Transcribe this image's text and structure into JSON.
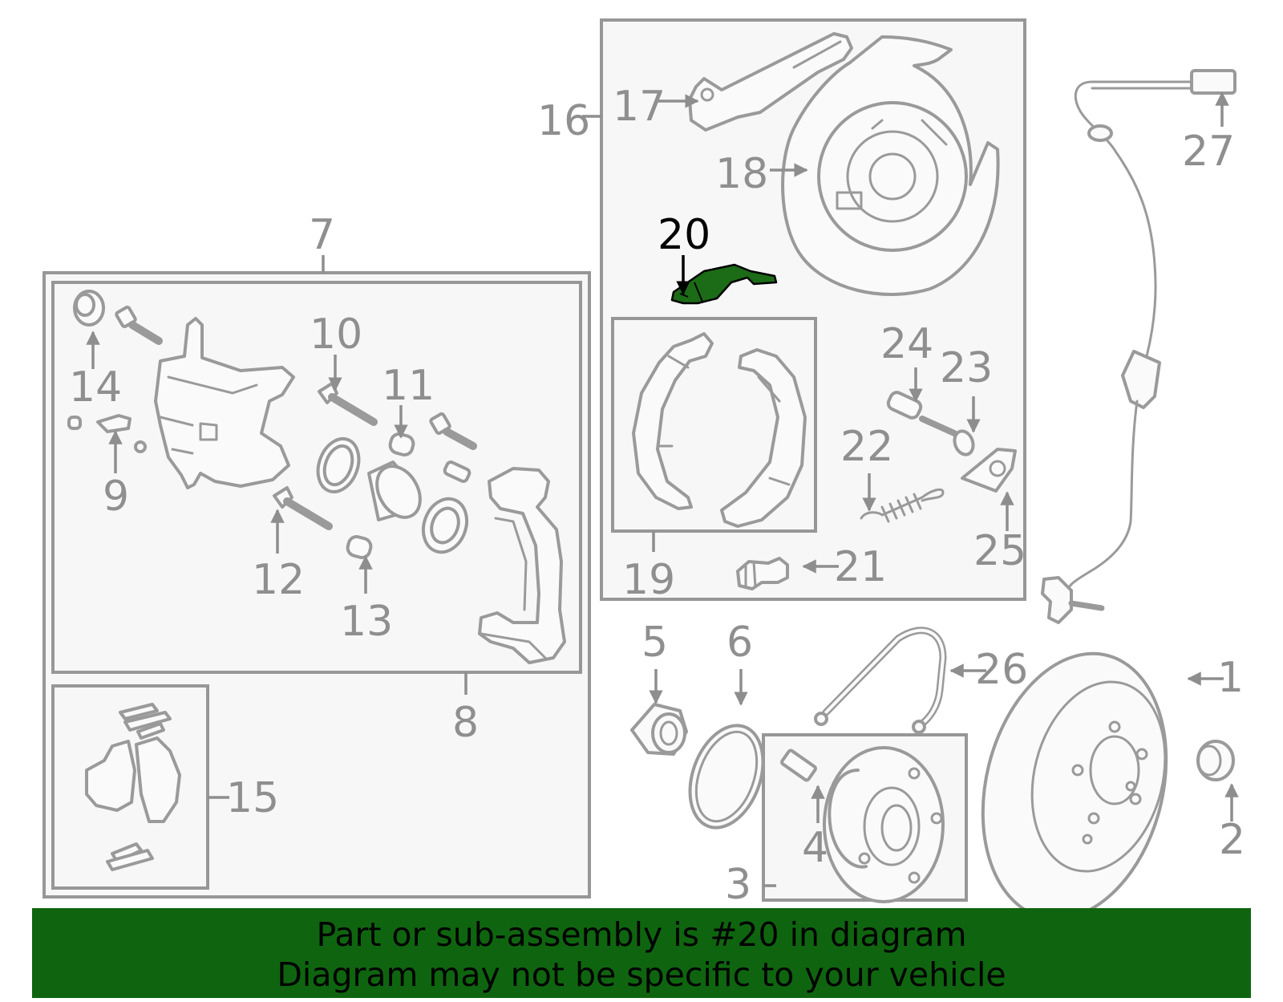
{
  "highlight": {
    "part_number": "20",
    "color": "#1c6b16"
  },
  "banner": {
    "line1": "Part or sub-assembly is #20 in diagram",
    "line2": "Diagram may not be specific to your vehicle",
    "background": "#0f650f"
  },
  "callouts": {
    "c1": "1",
    "c2": "2",
    "c3": "3",
    "c4": "4",
    "c5": "5",
    "c6": "6",
    "c7": "7",
    "c8": "8",
    "c9": "9",
    "c10": "10",
    "c11": "11",
    "c12": "12",
    "c13": "13",
    "c14": "14",
    "c15": "15",
    "c16": "16",
    "c17": "17",
    "c18": "18",
    "c19": "19",
    "c20": "20",
    "c21": "21",
    "c22": "22",
    "c23": "23",
    "c24": "24",
    "c25": "25",
    "c26": "26",
    "c27": "27"
  }
}
